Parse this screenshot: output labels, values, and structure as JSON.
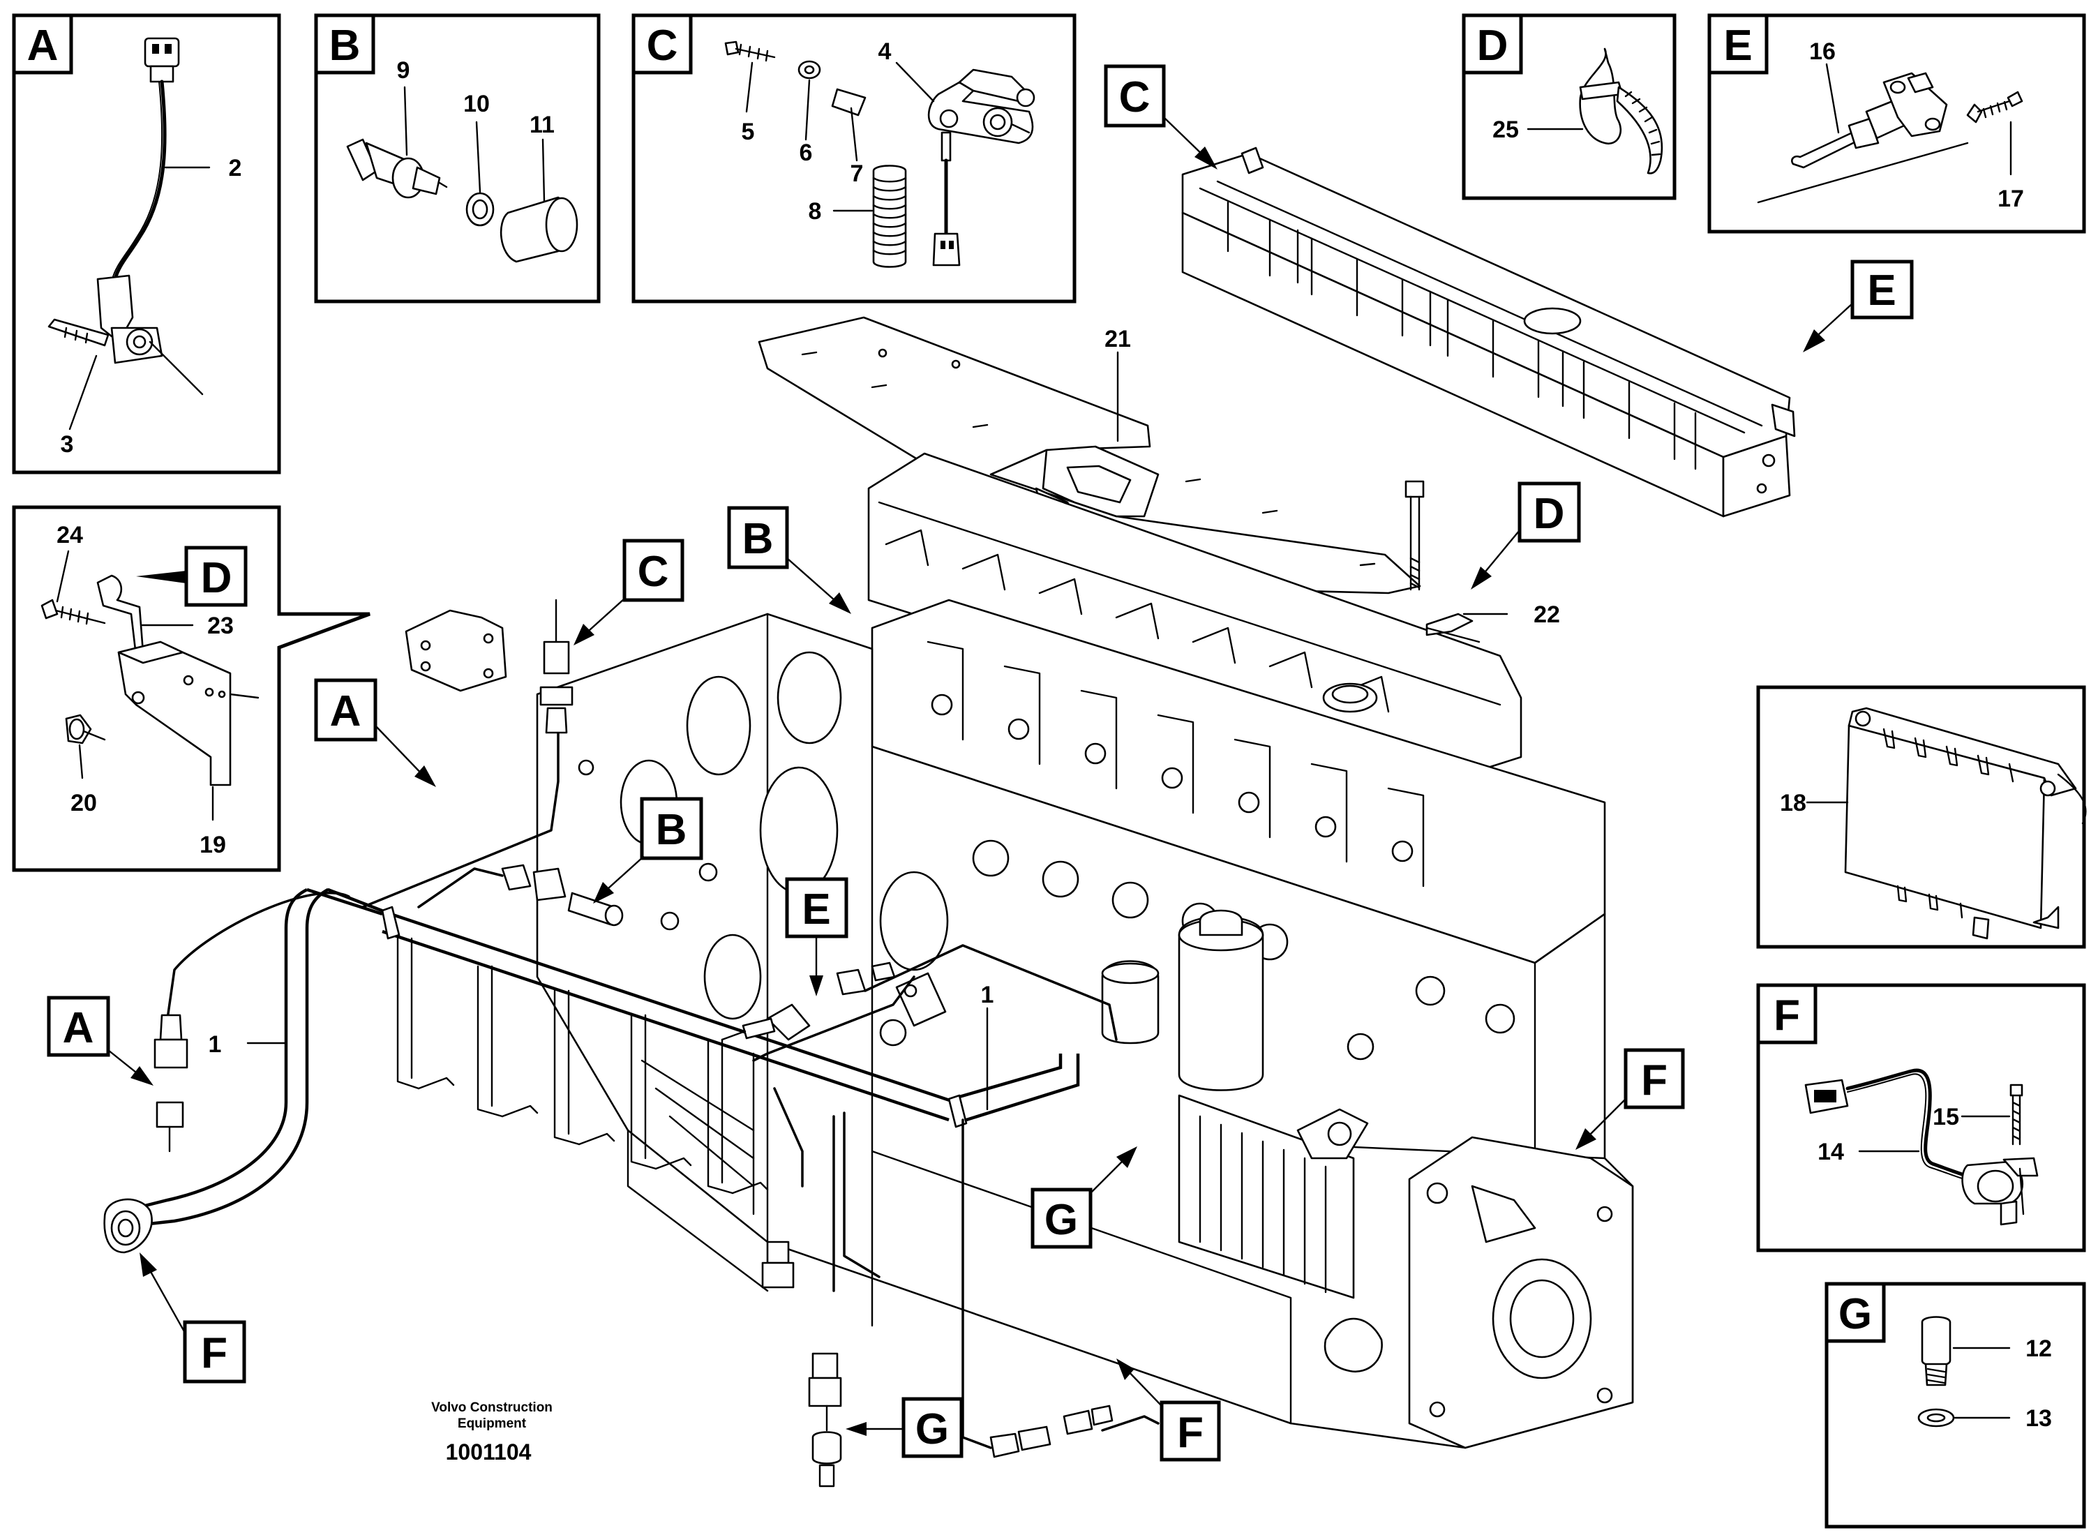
{
  "credit": {
    "line1": "Volvo Construction",
    "line2": "Equipment"
  },
  "document_number": "1001104",
  "insets": [
    {
      "id": "inset-a",
      "letter": "A",
      "parts": [
        "2",
        "3"
      ]
    },
    {
      "id": "inset-b",
      "letter": "B",
      "parts": [
        "9",
        "10",
        "11"
      ]
    },
    {
      "id": "inset-c",
      "letter": "C",
      "parts": [
        "4",
        "5",
        "6",
        "7",
        "8"
      ]
    },
    {
      "id": "inset-d",
      "letter": "D",
      "parts": [
        "25"
      ]
    },
    {
      "id": "inset-e",
      "letter": "E",
      "parts": [
        "16",
        "17"
      ]
    },
    {
      "id": "inset-bracket",
      "letter": "D",
      "parts": [
        "24",
        "23",
        "20",
        "19"
      ]
    },
    {
      "id": "inset-18",
      "letter": "",
      "parts": [
        "18"
      ]
    },
    {
      "id": "inset-f",
      "letter": "F",
      "parts": [
        "15",
        "14"
      ]
    },
    {
      "id": "inset-g",
      "letter": "G",
      "parts": [
        "12",
        "13"
      ]
    }
  ],
  "main_callout_letters": [
    "C",
    "E",
    "B",
    "D",
    "C",
    "A",
    "A",
    "B",
    "E",
    "F",
    "G",
    "F",
    "G",
    "F"
  ],
  "part_numbers": [
    "1",
    "1",
    "21",
    "22"
  ]
}
